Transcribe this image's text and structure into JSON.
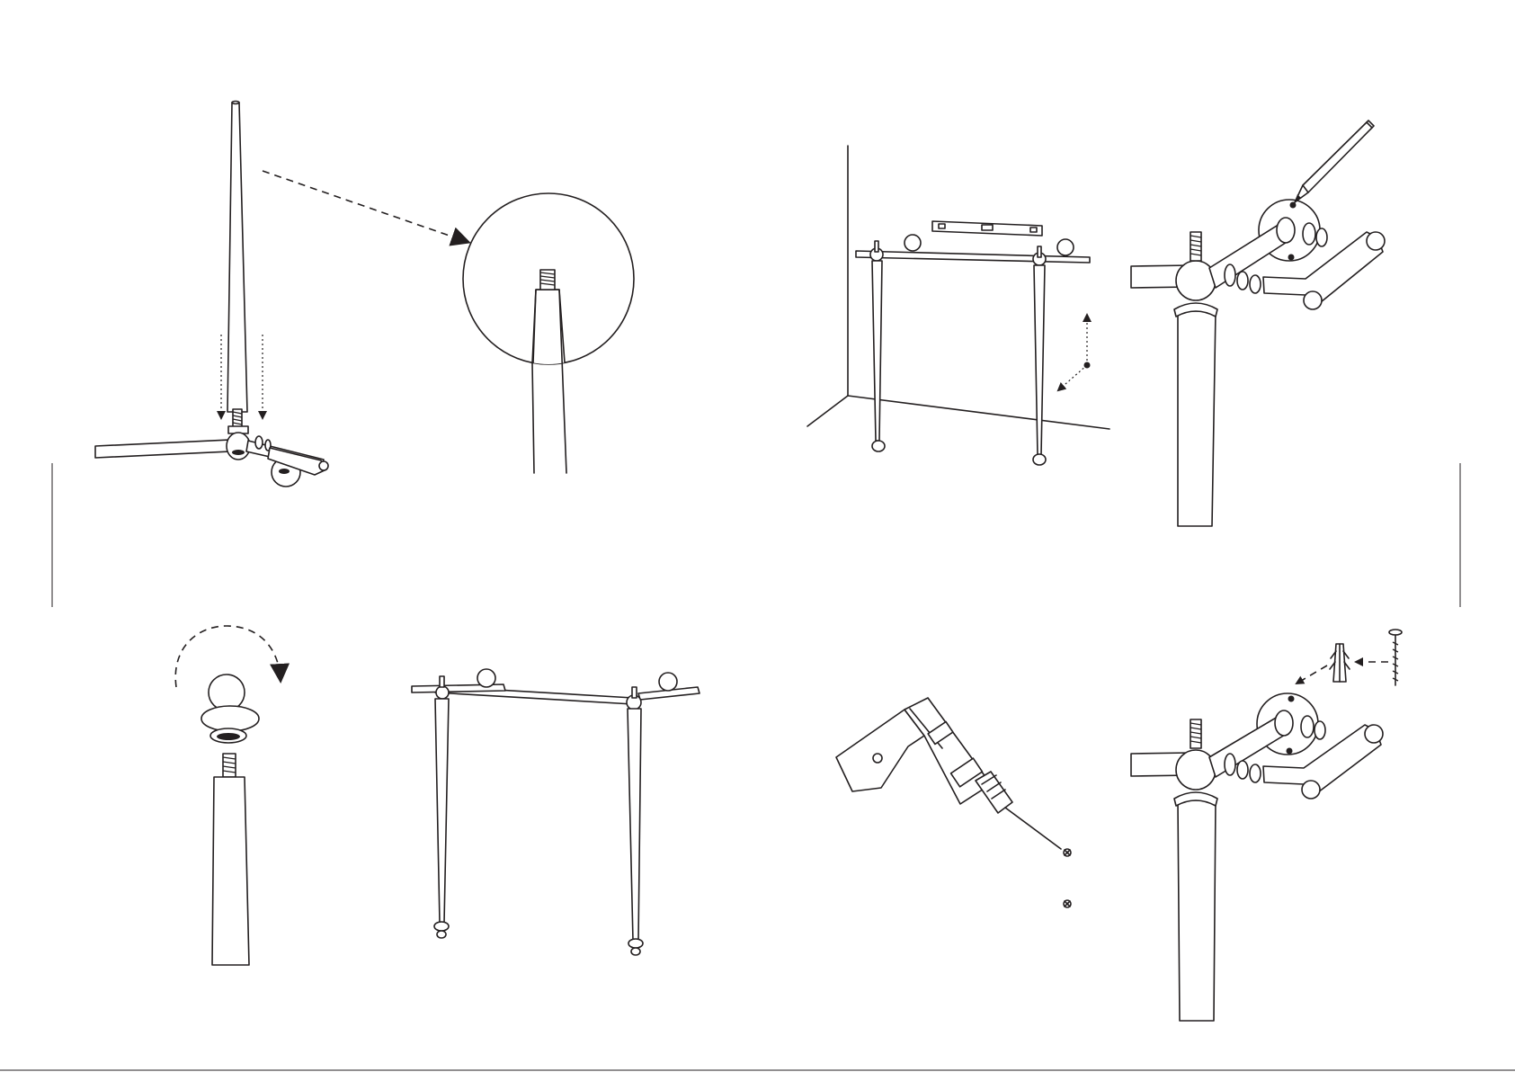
{
  "page": {
    "panels": [
      {
        "name": "panel-attach-leg-to-towel-bar"
      },
      {
        "name": "panel-threaded-stud-detail"
      },
      {
        "name": "panel-level-and-mark-wall"
      },
      {
        "name": "panel-pencil-mark-flange-holes"
      },
      {
        "name": "panel-screw-foot-cap"
      },
      {
        "name": "panel-assembled-stand"
      },
      {
        "name": "panel-drill-holes"
      },
      {
        "name": "panel-insert-anchors-and-screws"
      }
    ]
  },
  "icons": {
    "pencil": "pencil-icon",
    "drill": "drill-icon",
    "spirit_level": "spirit-level-icon",
    "wall_anchor": "wall-anchor-icon",
    "screw": "screw-icon",
    "rotate_arrow": "clockwise-arrow-icon"
  },
  "colors": {
    "line": "#231f20",
    "background": "#ffffff"
  }
}
